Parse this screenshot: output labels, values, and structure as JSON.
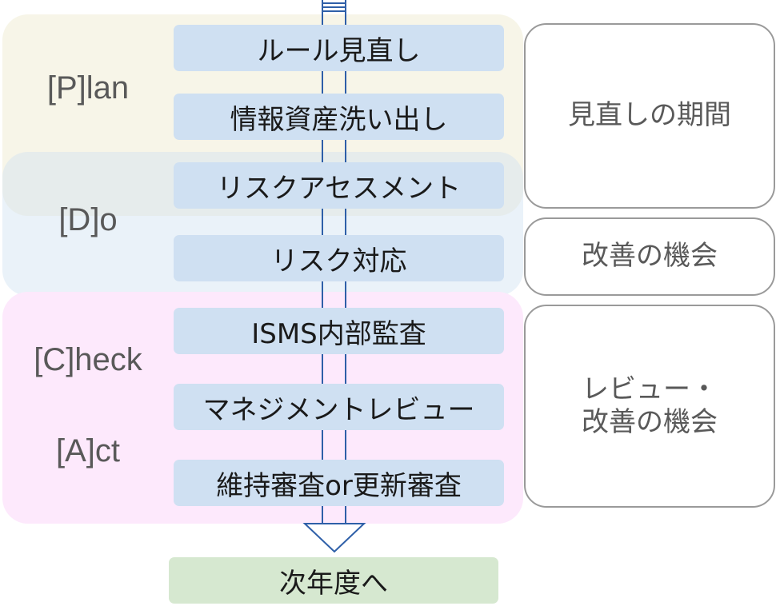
{
  "phases": {
    "plan": "[P]lan",
    "do": "[D]o",
    "check": "[C]heck",
    "act": "[A]ct"
  },
  "steps": [
    "ルール見直し",
    "情報資産洗い出し",
    "リスクアセスメント",
    "リスク対応",
    "ISMS内部監査",
    "マネジメントレビュー",
    "維持審査or更新審査"
  ],
  "notes": {
    "review_period": "見直しの期間",
    "improvement": "改善の機会",
    "review_line1": "レビュー・",
    "review_line2": "改善の機会"
  },
  "next_year": "次年度へ",
  "colors": {
    "arrow": "#2e5fa8",
    "step_fill": "#cfe0f2",
    "plan_band": "#f7f5e8",
    "do_band": "#d0e2f2",
    "check_band": "#fde9fc",
    "next_fill": "#d6e8d0"
  }
}
